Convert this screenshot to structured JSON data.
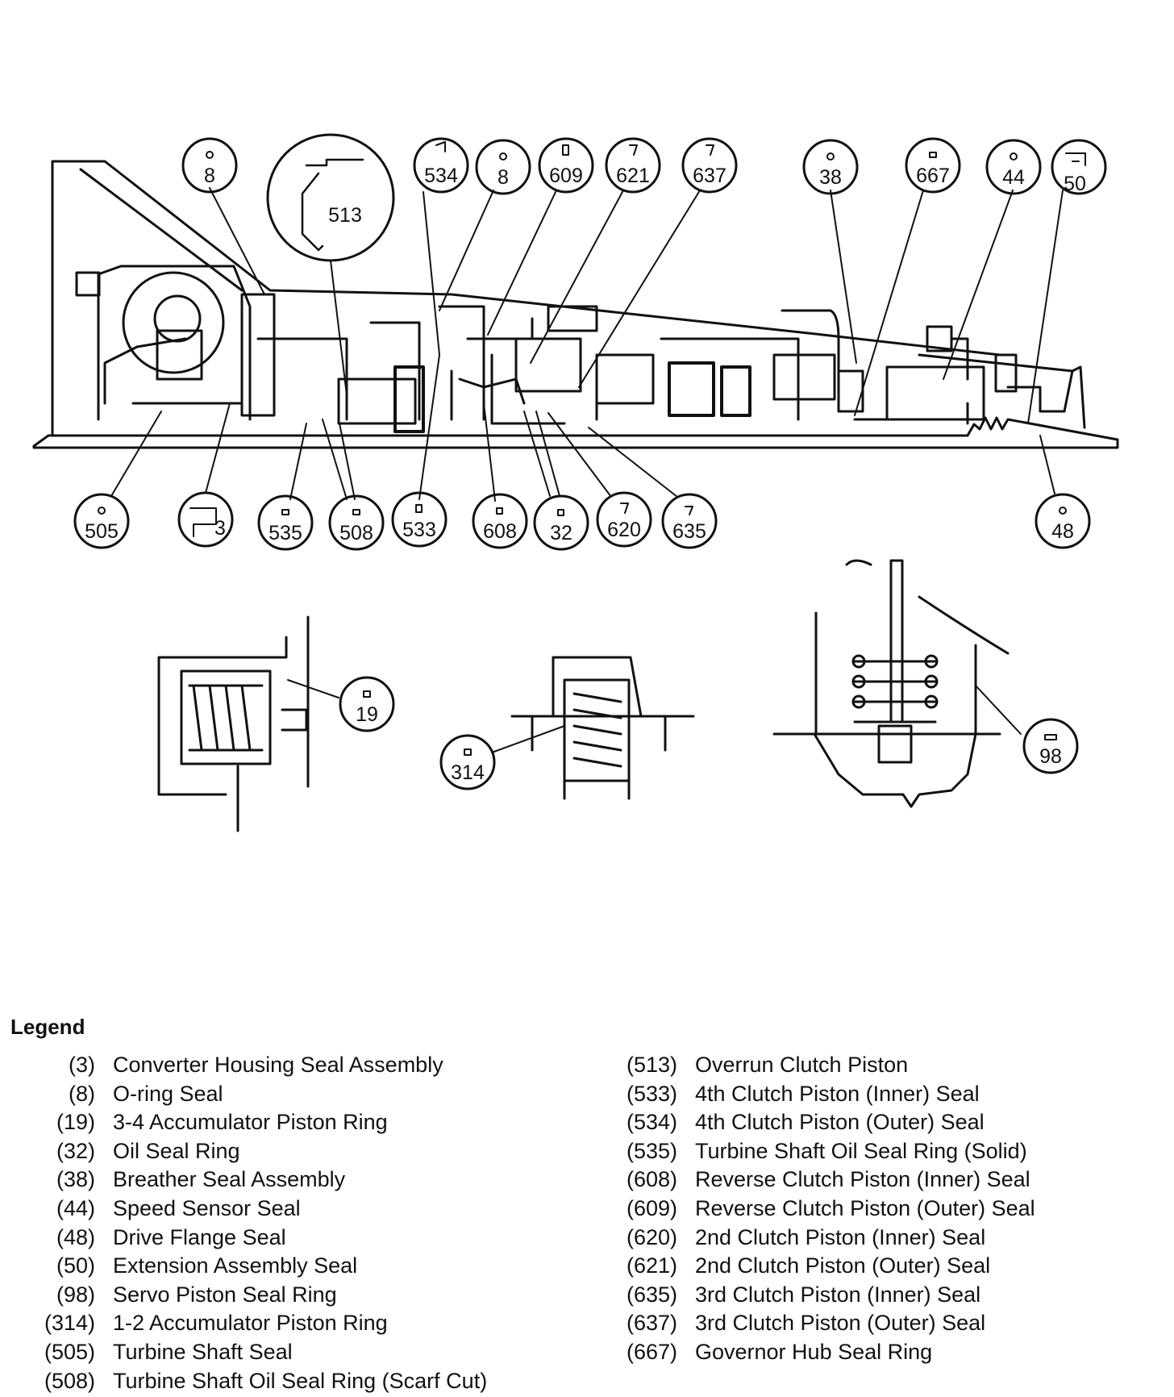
{
  "callouts": [
    {
      "number": "8"
    },
    {
      "number": "513"
    },
    {
      "number": "534"
    },
    {
      "number": "8"
    },
    {
      "number": "609"
    },
    {
      "number": "621"
    },
    {
      "number": "637"
    },
    {
      "number": "38"
    },
    {
      "number": "667"
    },
    {
      "number": "44"
    },
    {
      "number": "50"
    },
    {
      "number": "505"
    },
    {
      "number": "3"
    },
    {
      "number": "535"
    },
    {
      "number": "508"
    },
    {
      "number": "533"
    },
    {
      "number": "608"
    },
    {
      "number": "32"
    },
    {
      "number": "620"
    },
    {
      "number": "635"
    },
    {
      "number": "48"
    },
    {
      "number": "19"
    },
    {
      "number": "314"
    },
    {
      "number": "98"
    }
  ],
  "legend": {
    "title": "Legend",
    "left": [
      {
        "num": "(3)",
        "desc": "Converter Housing Seal Assembly"
      },
      {
        "num": "(8)",
        "desc": "O-ring Seal"
      },
      {
        "num": "(19)",
        "desc": "3-4 Accumulator Piston Ring"
      },
      {
        "num": "(32)",
        "desc": "Oil Seal Ring"
      },
      {
        "num": "(38)",
        "desc": "Breather Seal Assembly"
      },
      {
        "num": "(44)",
        "desc": "Speed Sensor Seal"
      },
      {
        "num": "(48)",
        "desc": "Drive Flange Seal"
      },
      {
        "num": "(50)",
        "desc": "Extension Assembly Seal"
      },
      {
        "num": "(98)",
        "desc": "Servo Piston Seal Ring"
      },
      {
        "num": "(314)",
        "desc": "1-2 Accumulator Piston Ring"
      },
      {
        "num": "(505)",
        "desc": "Turbine Shaft Seal"
      },
      {
        "num": "(508)",
        "desc": "Turbine Shaft Oil Seal Ring (Scarf Cut)"
      }
    ],
    "right": [
      {
        "num": "(513)",
        "desc": "Overrun Clutch Piston"
      },
      {
        "num": "(533)",
        "desc": "4th Clutch Piston (Inner) Seal"
      },
      {
        "num": "(534)",
        "desc": "4th Clutch Piston (Outer) Seal"
      },
      {
        "num": "(535)",
        "desc": "Turbine Shaft Oil Seal Ring (Solid)"
      },
      {
        "num": "(608)",
        "desc": "Reverse Clutch Piston (Inner) Seal"
      },
      {
        "num": "(609)",
        "desc": "Reverse Clutch Piston (Outer) Seal"
      },
      {
        "num": "(620)",
        "desc": "2nd Clutch Piston (Inner) Seal"
      },
      {
        "num": "(621)",
        "desc": "2nd Clutch Piston (Outer) Seal"
      },
      {
        "num": "(635)",
        "desc": "3rd Clutch Piston (Inner) Seal"
      },
      {
        "num": "(637)",
        "desc": "3rd Clutch Piston (Outer) Seal"
      },
      {
        "num": "(667)",
        "desc": "Governor Hub Seal Ring"
      }
    ]
  }
}
